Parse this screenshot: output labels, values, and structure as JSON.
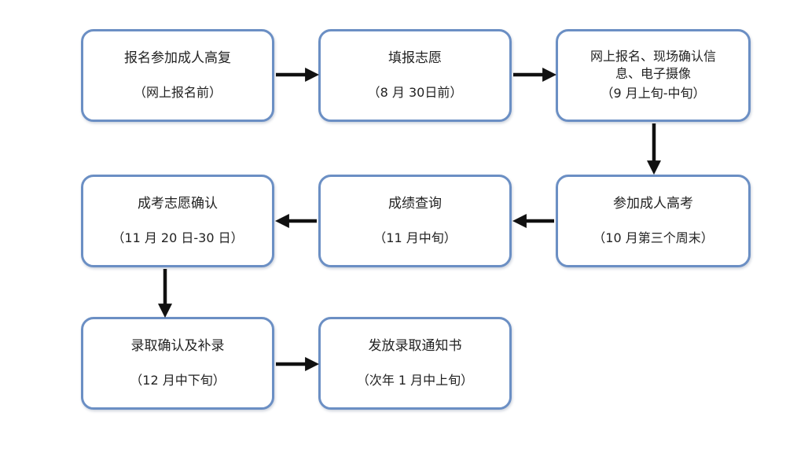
{
  "steps": [
    {
      "title": "报名参加成人高复",
      "sub": "（网上报名前）"
    },
    {
      "title": "填报志愿",
      "sub": "（8 月 30日前）"
    },
    {
      "title": "网上报名、现场确认信",
      "title2": "息、电子摄像",
      "sub": "（9 月上旬-中旬）"
    },
    {
      "title": "参加成人高考",
      "sub": "（10 月第三个周末）"
    },
    {
      "title": "成绩查询",
      "sub": "（11 月中旬）"
    },
    {
      "title": "成考志愿确认",
      "sub": "（11 月 20 日-30 日）"
    },
    {
      "title": "录取确认及补录",
      "sub": "（12 月中下旬）"
    },
    {
      "title": "发放录取通知书",
      "sub": "（次年 1 月中上旬）"
    }
  ],
  "colors": {
    "border": "#6b8fc4",
    "arrow": "#111111"
  }
}
